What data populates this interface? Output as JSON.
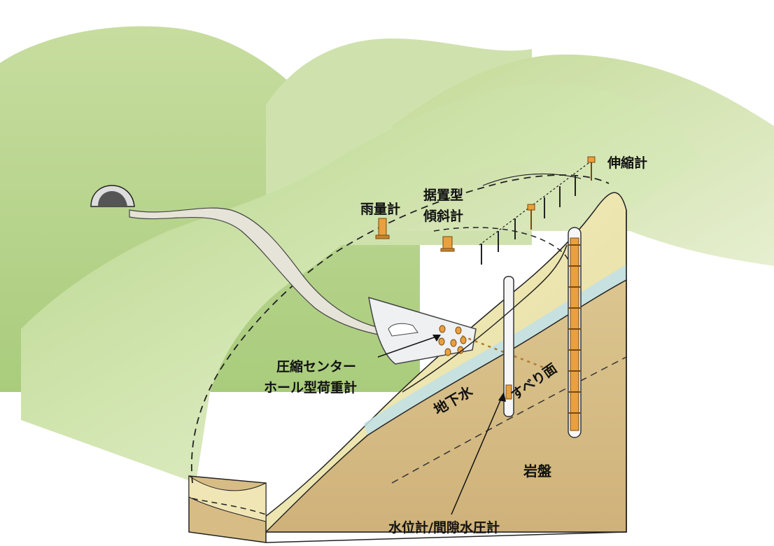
{
  "labels": {
    "rain_gauge": "雨量計",
    "inclinometer_line1": "据置型",
    "inclinometer_line2": "傾斜計",
    "extensometer": "伸縮計",
    "load_cell_line1": "圧縮センター",
    "load_cell_line2": "ホール型荷重計",
    "groundwater": "地下水",
    "slip_surface": "すべり面",
    "bedrock": "岩盤",
    "water_level_gauge": "水位計/間隙水圧計"
  },
  "colors": {
    "hill_green": "#b9d58e",
    "hill_light": "#dbe9c0",
    "soil_yellow": "#f2eeb8",
    "bedrock_tan": "#d8c08a",
    "groundwater_blue": "#bfe0e8",
    "instrument_orange": "#e8a040"
  }
}
